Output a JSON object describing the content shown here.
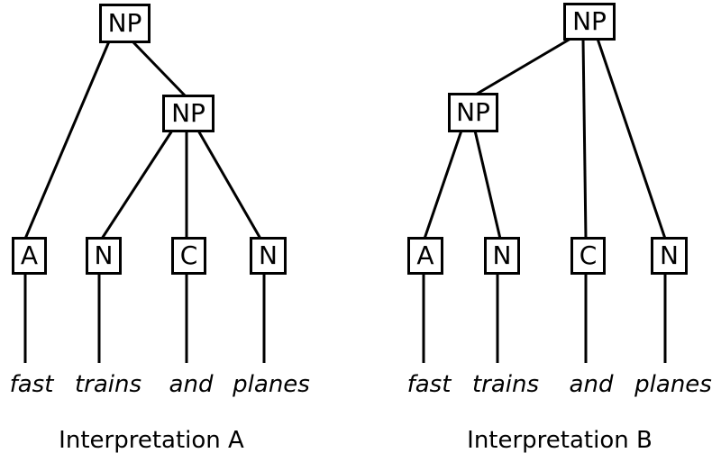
{
  "figure": {
    "background_color": "#ffffff",
    "ink_color": "#000000",
    "sentence": "fast trains and planes"
  },
  "tree_a": {
    "caption": "Interpretation A",
    "root_label": "NP",
    "phrase_label": "NP",
    "root_children": [
      "A",
      "NP"
    ],
    "phrase_children": [
      "N",
      "C",
      "N"
    ],
    "leaves": [
      {
        "label": "A",
        "word": "fast"
      },
      {
        "label": "N",
        "word": "trains"
      },
      {
        "label": "C",
        "word": "and"
      },
      {
        "label": "N",
        "word": "planes"
      }
    ]
  },
  "tree_b": {
    "caption": "Interpretation B",
    "root_label": "NP",
    "phrase_label": "NP",
    "root_children": [
      "NP",
      "C",
      "N"
    ],
    "phrase_children": [
      "A",
      "N"
    ],
    "leaves": [
      {
        "label": "A",
        "word": "fast"
      },
      {
        "label": "N",
        "word": "trains"
      },
      {
        "label": "C",
        "word": "and"
      },
      {
        "label": "N",
        "word": "planes"
      }
    ]
  }
}
